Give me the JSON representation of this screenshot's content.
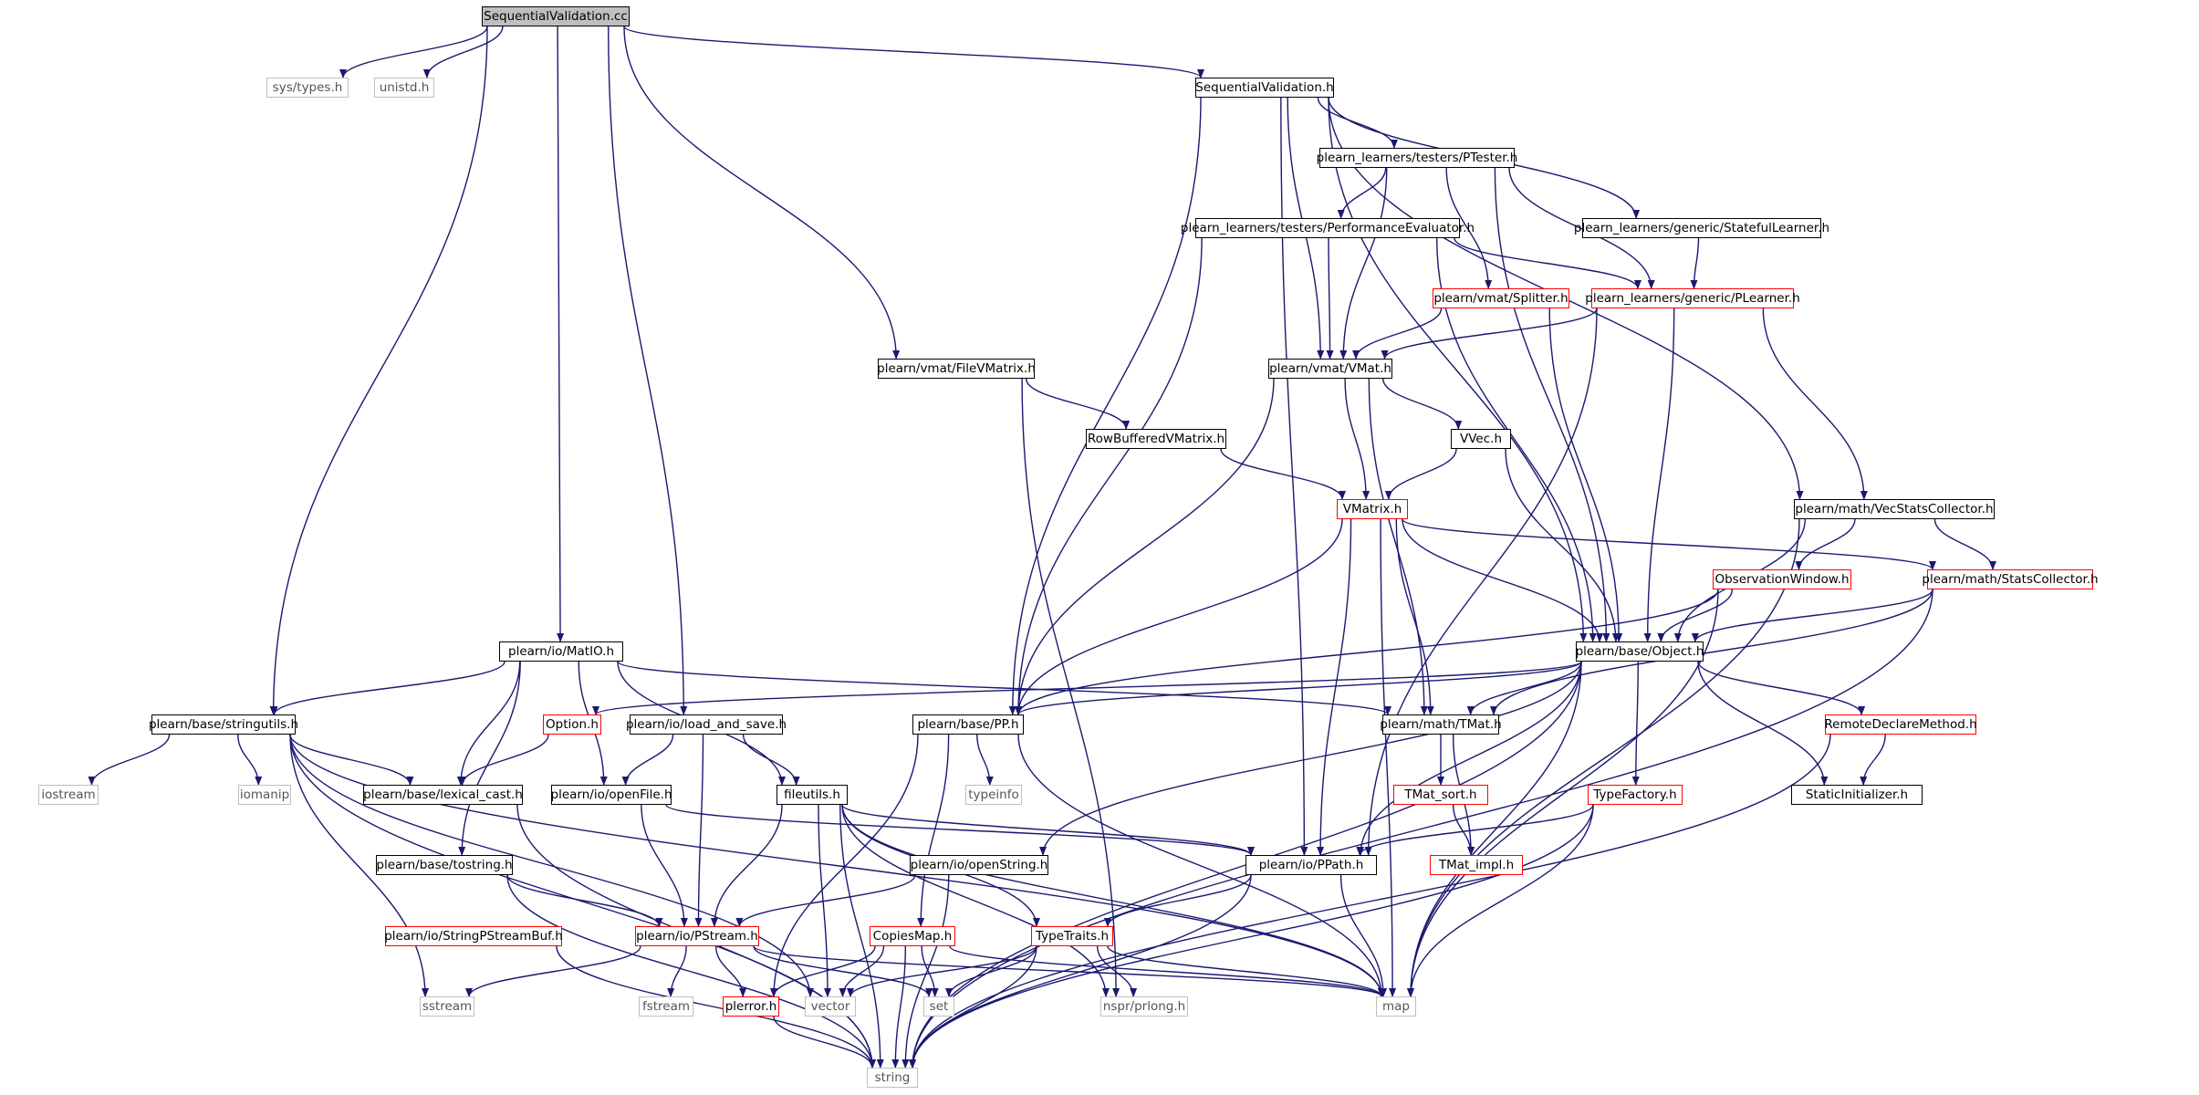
{
  "nodes": [
    {
      "id": "SequentialValidation_cc",
      "label": "SequentialValidation.cc",
      "style": "root"
    },
    {
      "id": "sys_types_h",
      "label": "sys/types.h",
      "style": "gray"
    },
    {
      "id": "unistd_h",
      "label": "unistd.h",
      "style": "gray"
    },
    {
      "id": "SequentialValidation_h",
      "label": "SequentialValidation.h",
      "style": "black"
    },
    {
      "id": "PTester_h",
      "label": "plearn_learners/testers/PTester.h",
      "style": "black"
    },
    {
      "id": "PerformanceEvaluator_h",
      "label": "plearn_learners/testers/PerformanceEvaluator.h",
      "style": "black"
    },
    {
      "id": "StatefulLearner_h",
      "label": "plearn_learners/generic/StatefulLearner.h",
      "style": "black"
    },
    {
      "id": "Splitter_h",
      "label": "plearn/vmat/Splitter.h",
      "style": "red"
    },
    {
      "id": "PLearner_h",
      "label": "plearn_learners/generic/PLearner.h",
      "style": "red"
    },
    {
      "id": "FileVMatrix_h",
      "label": "plearn/vmat/FileVMatrix.h",
      "style": "black"
    },
    {
      "id": "VMat_h",
      "label": "plearn/vmat/VMat.h",
      "style": "black"
    },
    {
      "id": "RowBufferedVMatrix_h",
      "label": "RowBufferedVMatrix.h",
      "style": "black"
    },
    {
      "id": "VVec_h",
      "label": "VVec.h",
      "style": "black"
    },
    {
      "id": "VMatrix_h",
      "label": "VMatrix.h",
      "style": "red"
    },
    {
      "id": "VecStatsCollector_h",
      "label": "plearn/math/VecStatsCollector.h",
      "style": "black"
    },
    {
      "id": "ObservationWindow_h",
      "label": "ObservationWindow.h",
      "style": "red"
    },
    {
      "id": "StatsCollector_h",
      "label": "plearn/math/StatsCollector.h",
      "style": "red"
    },
    {
      "id": "MatIO_h",
      "label": "plearn/io/MatIO.h",
      "style": "black"
    },
    {
      "id": "Object_h",
      "label": "plearn/base/Object.h",
      "style": "black"
    },
    {
      "id": "stringutils_h",
      "label": "plearn/base/stringutils.h",
      "style": "black"
    },
    {
      "id": "Option_h",
      "label": "Option.h",
      "style": "red"
    },
    {
      "id": "load_and_save_h",
      "label": "plearn/io/load_and_save.h",
      "style": "black"
    },
    {
      "id": "PP_h",
      "label": "plearn/base/PP.h",
      "style": "black"
    },
    {
      "id": "TMat_h",
      "label": "plearn/math/TMat.h",
      "style": "black"
    },
    {
      "id": "RemoteDeclareMethod_h",
      "label": "RemoteDeclareMethod.h",
      "style": "red"
    },
    {
      "id": "iostream",
      "label": "iostream",
      "style": "gray"
    },
    {
      "id": "iomanip",
      "label": "iomanip",
      "style": "gray"
    },
    {
      "id": "lexical_cast_h",
      "label": "plearn/base/lexical_cast.h",
      "style": "black"
    },
    {
      "id": "openFile_h",
      "label": "plearn/io/openFile.h",
      "style": "black"
    },
    {
      "id": "fileutils_h",
      "label": "fileutils.h",
      "style": "black"
    },
    {
      "id": "typeinfo",
      "label": "typeinfo",
      "style": "gray"
    },
    {
      "id": "TypeFactory_h",
      "label": "TypeFactory.h",
      "style": "red"
    },
    {
      "id": "TMat_sort_h",
      "label": "TMat_sort.h",
      "style": "red"
    },
    {
      "id": "StaticInitializer_h",
      "label": "StaticInitializer.h",
      "style": "black"
    },
    {
      "id": "tostring_h",
      "label": "plearn/base/tostring.h",
      "style": "black"
    },
    {
      "id": "openString_h",
      "label": "plearn/io/openString.h",
      "style": "black"
    },
    {
      "id": "PPath_h",
      "label": "plearn/io/PPath.h",
      "style": "black"
    },
    {
      "id": "TMat_impl_h",
      "label": "TMat_impl.h",
      "style": "red"
    },
    {
      "id": "StringPStreamBuf_h",
      "label": "plearn/io/StringPStreamBuf.h",
      "style": "red"
    },
    {
      "id": "PStream_h",
      "label": "plearn/io/PStream.h",
      "style": "red"
    },
    {
      "id": "CopiesMap_h",
      "label": "CopiesMap.h",
      "style": "red"
    },
    {
      "id": "TypeTraits_h",
      "label": "TypeTraits.h",
      "style": "red"
    },
    {
      "id": "sstream",
      "label": "sstream",
      "style": "gray"
    },
    {
      "id": "fstream",
      "label": "fstream",
      "style": "gray"
    },
    {
      "id": "plerror_h",
      "label": "plerror.h",
      "style": "red"
    },
    {
      "id": "vector",
      "label": "vector",
      "style": "gray"
    },
    {
      "id": "set",
      "label": "set",
      "style": "gray"
    },
    {
      "id": "nspr_prlong_h",
      "label": "nspr/prlong.h",
      "style": "gray"
    },
    {
      "id": "map",
      "label": "map",
      "style": "gray"
    },
    {
      "id": "string",
      "label": "string",
      "style": "gray"
    }
  ],
  "edges": [
    [
      "SequentialValidation_cc",
      "sys_types_h"
    ],
    [
      "SequentialValidation_cc",
      "unistd_h"
    ],
    [
      "SequentialValidation_cc",
      "SequentialValidation_h"
    ],
    [
      "SequentialValidation_cc",
      "stringutils_h"
    ],
    [
      "SequentialValidation_cc",
      "MatIO_h"
    ],
    [
      "SequentialValidation_cc",
      "load_and_save_h"
    ],
    [
      "SequentialValidation_cc",
      "FileVMatrix_h"
    ],
    [
      "SequentialValidation_h",
      "PTester_h"
    ],
    [
      "SequentialValidation_h",
      "StatefulLearner_h"
    ],
    [
      "SequentialValidation_h",
      "VecStatsCollector_h"
    ],
    [
      "SequentialValidation_h",
      "Object_h"
    ],
    [
      "SequentialValidation_h",
      "VMat_h"
    ],
    [
      "SequentialValidation_h",
      "PP_h"
    ],
    [
      "SequentialValidation_h",
      "PPath_h"
    ],
    [
      "PTester_h",
      "PerformanceEvaluator_h"
    ],
    [
      "PTester_h",
      "Splitter_h"
    ],
    [
      "PTester_h",
      "PLearner_h"
    ],
    [
      "PTester_h",
      "VMat_h"
    ],
    [
      "PTester_h",
      "Object_h"
    ],
    [
      "PerformanceEvaluator_h",
      "VMat_h"
    ],
    [
      "PerformanceEvaluator_h",
      "PLearner_h"
    ],
    [
      "PerformanceEvaluator_h",
      "PP_h"
    ],
    [
      "PerformanceEvaluator_h",
      "Object_h"
    ],
    [
      "StatefulLearner_h",
      "PLearner_h"
    ],
    [
      "Splitter_h",
      "VMat_h"
    ],
    [
      "Splitter_h",
      "Object_h"
    ],
    [
      "PLearner_h",
      "VMat_h"
    ],
    [
      "PLearner_h",
      "VecStatsCollector_h"
    ],
    [
      "PLearner_h",
      "Object_h"
    ],
    [
      "PLearner_h",
      "PPath_h"
    ],
    [
      "FileVMatrix_h",
      "RowBufferedVMatrix_h"
    ],
    [
      "FileVMatrix_h",
      "nspr_prlong_h"
    ],
    [
      "VMat_h",
      "VVec_h"
    ],
    [
      "VMat_h",
      "VMatrix_h"
    ],
    [
      "VMat_h",
      "PP_h"
    ],
    [
      "VMat_h",
      "TMat_h"
    ],
    [
      "RowBufferedVMatrix_h",
      "VMatrix_h"
    ],
    [
      "VVec_h",
      "VMatrix_h"
    ],
    [
      "VVec_h",
      "Object_h"
    ],
    [
      "VMatrix_h",
      "StatsCollector_h"
    ],
    [
      "VMatrix_h",
      "Object_h"
    ],
    [
      "VMatrix_h",
      "PP_h"
    ],
    [
      "VMatrix_h",
      "TMat_h"
    ],
    [
      "VMatrix_h",
      "PPath_h"
    ],
    [
      "VMatrix_h",
      "map"
    ],
    [
      "VecStatsCollector_h",
      "ObservationWindow_h"
    ],
    [
      "VecStatsCollector_h",
      "StatsCollector_h"
    ],
    [
      "VecStatsCollector_h",
      "Object_h"
    ],
    [
      "VecStatsCollector_h",
      "map"
    ],
    [
      "ObservationWindow_h",
      "Object_h"
    ],
    [
      "ObservationWindow_h",
      "PP_h"
    ],
    [
      "ObservationWindow_h",
      "map"
    ],
    [
      "StatsCollector_h",
      "Object_h"
    ],
    [
      "StatsCollector_h",
      "TMat_h"
    ],
    [
      "StatsCollector_h",
      "string"
    ],
    [
      "MatIO_h",
      "stringutils_h"
    ],
    [
      "MatIO_h",
      "lexical_cast_h"
    ],
    [
      "MatIO_h",
      "openFile_h"
    ],
    [
      "MatIO_h",
      "fileutils_h"
    ],
    [
      "MatIO_h",
      "tostring_h"
    ],
    [
      "MatIO_h",
      "TMat_h"
    ],
    [
      "Object_h",
      "Option_h"
    ],
    [
      "Object_h",
      "PP_h"
    ],
    [
      "Object_h",
      "TMat_h"
    ],
    [
      "Object_h",
      "RemoteDeclareMethod_h"
    ],
    [
      "Object_h",
      "TypeFactory_h"
    ],
    [
      "Object_h",
      "StaticInitializer_h"
    ],
    [
      "Object_h",
      "openString_h"
    ],
    [
      "Object_h",
      "PPath_h"
    ],
    [
      "Object_h",
      "map"
    ],
    [
      "Object_h",
      "string"
    ],
    [
      "stringutils_h",
      "iostream"
    ],
    [
      "stringutils_h",
      "iomanip"
    ],
    [
      "stringutils_h",
      "lexical_cast_h"
    ],
    [
      "stringutils_h",
      "sstream"
    ],
    [
      "stringutils_h",
      "vector"
    ],
    [
      "stringutils_h",
      "map"
    ],
    [
      "stringutils_h",
      "string"
    ],
    [
      "Option_h",
      "lexical_cast_h"
    ],
    [
      "load_and_save_h",
      "openFile_h"
    ],
    [
      "load_and_save_h",
      "fileutils_h"
    ],
    [
      "load_and_save_h",
      "PStream_h"
    ],
    [
      "PP_h",
      "typeinfo"
    ],
    [
      "PP_h",
      "CopiesMap_h"
    ],
    [
      "PP_h",
      "plerror_h"
    ],
    [
      "PP_h",
      "map"
    ],
    [
      "TMat_h",
      "TMat_sort_h"
    ],
    [
      "TMat_h",
      "TMat_impl_h"
    ],
    [
      "RemoteDeclareMethod_h",
      "StaticInitializer_h"
    ],
    [
      "RemoteDeclareMethod_h",
      "string"
    ],
    [
      "lexical_cast_h",
      "string"
    ],
    [
      "openFile_h",
      "PStream_h"
    ],
    [
      "openFile_h",
      "PPath_h"
    ],
    [
      "fileutils_h",
      "PStream_h"
    ],
    [
      "fileutils_h",
      "PPath_h"
    ],
    [
      "fileutils_h",
      "TypeTraits_h"
    ],
    [
      "fileutils_h",
      "vector"
    ],
    [
      "fileutils_h",
      "nspr_prlong_h"
    ],
    [
      "fileutils_h",
      "map"
    ],
    [
      "fileutils_h",
      "string"
    ],
    [
      "TypeFactory_h",
      "PPath_h"
    ],
    [
      "TypeFactory_h",
      "map"
    ],
    [
      "TypeFactory_h",
      "string"
    ],
    [
      "TMat_sort_h",
      "TMat_impl_h"
    ],
    [
      "tostring_h",
      "PStream_h"
    ],
    [
      "tostring_h",
      "string"
    ],
    [
      "openString_h",
      "PStream_h"
    ],
    [
      "openString_h",
      "string"
    ],
    [
      "PPath_h",
      "TypeTraits_h"
    ],
    [
      "PPath_h",
      "map"
    ],
    [
      "PPath_h",
      "string"
    ],
    [
      "StringPStreamBuf_h",
      "string"
    ],
    [
      "PStream_h",
      "sstream"
    ],
    [
      "PStream_h",
      "fstream"
    ],
    [
      "PStream_h",
      "plerror_h"
    ],
    [
      "PStream_h",
      "set"
    ],
    [
      "PStream_h",
      "map"
    ],
    [
      "CopiesMap_h",
      "plerror_h"
    ],
    [
      "CopiesMap_h",
      "vector"
    ],
    [
      "CopiesMap_h",
      "set"
    ],
    [
      "CopiesMap_h",
      "map"
    ],
    [
      "CopiesMap_h",
      "string"
    ],
    [
      "TypeTraits_h",
      "vector"
    ],
    [
      "TypeTraits_h",
      "set"
    ],
    [
      "TypeTraits_h",
      "nspr_prlong_h"
    ],
    [
      "TypeTraits_h",
      "map"
    ],
    [
      "TypeTraits_h",
      "string"
    ],
    [
      "plerror_h",
      "string"
    ]
  ]
}
